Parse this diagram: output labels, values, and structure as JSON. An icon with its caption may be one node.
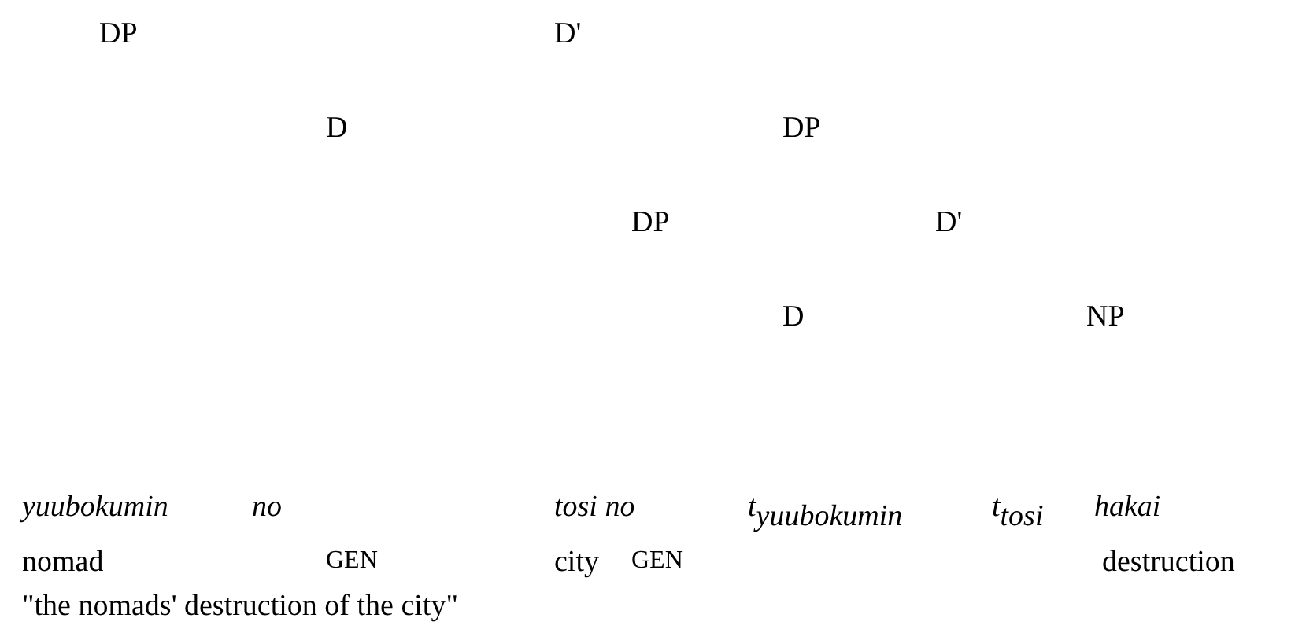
{
  "diagram": {
    "labels": [
      "DP",
      "D'",
      "D",
      "DP",
      "DP",
      "D'",
      "D",
      "NP",
      "yuubokumin",
      "no",
      "tosi no",
      "t$_{yuubokumin}$",
      "t$_{tosi}$",
      "hakai",
      "nomad",
      "GEN",
      "city",
      "GEN",
      "destruction",
      "\"the nomads' destruction of the city\""
    ]
  }
}
